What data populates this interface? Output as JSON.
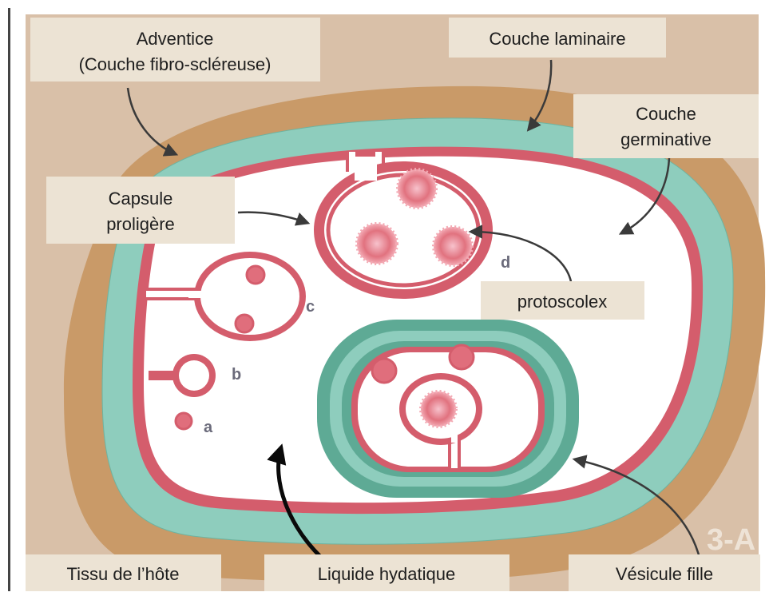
{
  "labels": {
    "adventice_line1": "Adventice",
    "adventice_line2": "(Couche fibro-scléreuse)",
    "couche_laminaire": "Couche laminaire",
    "couche_germinative_line1": "Couche",
    "couche_germinative_line2": "germinative",
    "capsule_line1": "Capsule",
    "capsule_line2": "proligère",
    "protoscolex": "protoscolex",
    "tissu_hote": "Tissu de l’hôte",
    "liquide_hydatique": "Liquide hydatique",
    "vesicule_fille": "Vésicule fille",
    "figure_id": "3-A"
  },
  "stage_letters": {
    "a": "a",
    "b": "b",
    "c": "c",
    "d": "d"
  },
  "colors": {
    "background": "#d9c0a8",
    "adventice": "#c99a68",
    "laminaire": "#8ecdbd",
    "germinative": "#d45d6c",
    "liquide": "#ffffff",
    "vesicule_wall": "#5eaa95",
    "label_box": "#ece3d4"
  }
}
